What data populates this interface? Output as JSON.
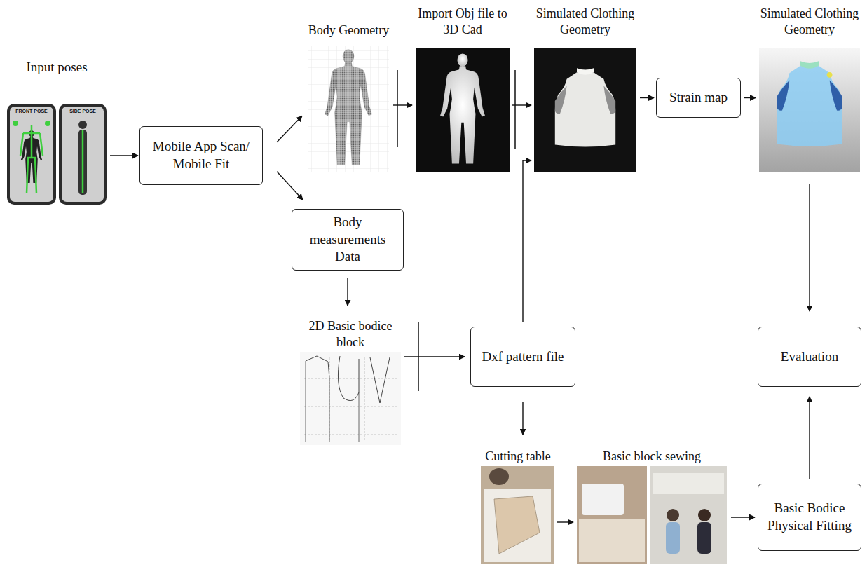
{
  "diagram": {
    "nodes": [
      {
        "text": [
          "Input poses"
        ]
      },
      {
        "text": [
          "Mobile App Scan/ Mobile Fit"
        ]
      },
      {
        "text": [
          "Body Geometry"
        ]
      },
      {
        "text": [
          "Import Obj file to 3D Cad"
        ]
      },
      {
        "text": [
          "Simulated Clothing Geometry"
        ]
      },
      {
        "text": [
          "Strain map"
        ]
      },
      {
        "text": [
          "Simulated Clothing Geometry"
        ]
      },
      {
        "text": [
          "Body measurements Data"
        ]
      },
      {
        "text": [
          "2D Basic bodice block"
        ]
      },
      {
        "text": [
          "Dxf pattern file"
        ]
      },
      {
        "text": [
          "Evaluation"
        ]
      },
      {
        "text": [
          "Cutting table"
        ]
      },
      {
        "text": [
          "Basic block sewing"
        ]
      },
      {
        "text": [
          "Basic Bodice Physical Fitting"
        ]
      }
    ],
    "edges": [
      {
        "from": 0,
        "to": 1,
        "arrow": "to"
      },
      {
        "from": 1,
        "to": 2,
        "arrow": "to"
      },
      {
        "from": 1,
        "to": 7,
        "arrow": "to"
      },
      {
        "from": 2,
        "to": 3,
        "arrow": "to"
      },
      {
        "from": 3,
        "to": 4,
        "arrow": "to"
      },
      {
        "from": 4,
        "to": 5,
        "arrow": "to"
      },
      {
        "from": 5,
        "to": 6,
        "arrow": "to"
      },
      {
        "from": 6,
        "to": 10,
        "arrow": "to"
      },
      {
        "from": 7,
        "to": 8,
        "arrow": "to"
      },
      {
        "from": 8,
        "to": 9,
        "arrow": "to"
      },
      {
        "from": 9,
        "to": 4,
        "arrow": "to"
      },
      {
        "from": 9,
        "to": 11,
        "arrow": "to"
      },
      {
        "from": 11,
        "to": 12,
        "arrow": "to"
      },
      {
        "from": 12,
        "to": 13,
        "arrow": "to"
      },
      {
        "from": 13,
        "to": 10,
        "arrow": "to"
      }
    ],
    "labels": [
      "FRONT POSE",
      "SIDE POSE"
    ]
  }
}
